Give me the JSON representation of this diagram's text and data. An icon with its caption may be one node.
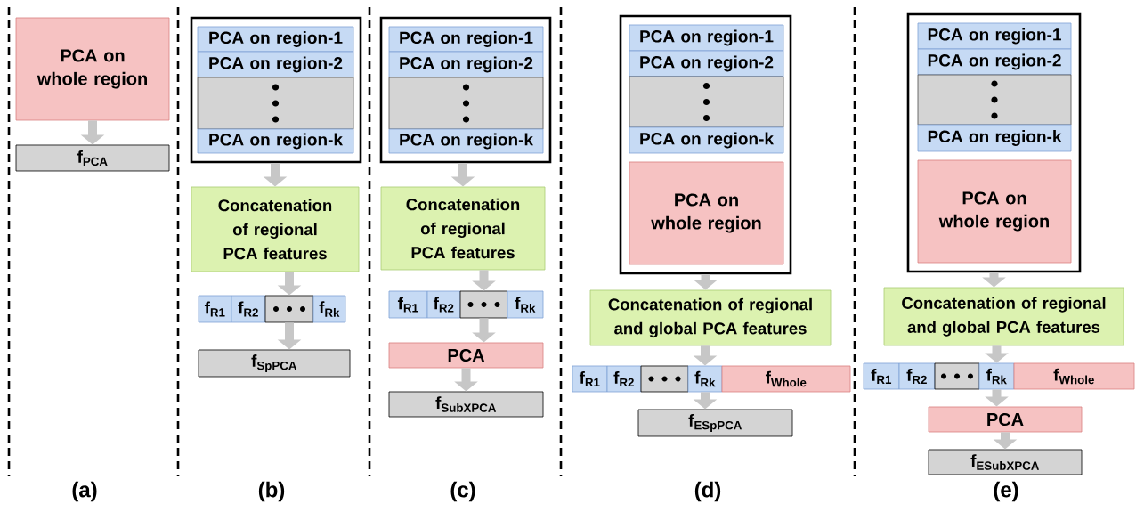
{
  "diagram": {
    "nodes": [
      {
        "text": [
          "PCA on whole region"
        ]
      },
      {
        "text": [
          "f$_{PCA}$"
        ]
      },
      {
        "text": [],
        "shape": "box"
      },
      {
        "text": [
          "PCA on region-1"
        ],
        "in": 2
      },
      {
        "text": [
          "PCA on region-2"
        ],
        "in": 2
      },
      {
        "text": [],
        "shape": "box",
        "in": 2
      },
      {
        "text": [
          "PCA on region-k"
        ],
        "in": 2
      },
      {
        "text": [
          "Concatenation of regional PCA features"
        ]
      },
      {
        "text": [
          "f$_{R1}$"
        ]
      },
      {
        "text": [
          "f$_{R2}$"
        ]
      },
      {
        "text": [],
        "shape": "box"
      },
      {
        "text": [
          "f$_{Rk}$"
        ]
      },
      {
        "text": [
          "f$_{SpPCA}$"
        ]
      },
      {
        "text": [],
        "shape": "box"
      },
      {
        "text": [
          "PCA on region-1"
        ],
        "in": 13
      },
      {
        "text": [
          "PCA on region-2"
        ],
        "in": 13
      },
      {
        "text": [],
        "shape": "box",
        "in": 13
      },
      {
        "text": [
          "PCA on region-k"
        ],
        "in": 13
      },
      {
        "text": [
          "Concatenation of regional PCA features"
        ]
      },
      {
        "text": [
          "f$_{R1}$"
        ]
      },
      {
        "text": [
          "f$_{R2}$"
        ]
      },
      {
        "text": [],
        "shape": "box"
      },
      {
        "text": [
          "f$_{Rk}$"
        ]
      },
      {
        "text": [
          "PCA"
        ]
      },
      {
        "text": [
          "f$_{SubXPCA}$"
        ]
      },
      {
        "text": [],
        "shape": "box"
      },
      {
        "text": [
          "PCA on region-1"
        ],
        "in": 25
      },
      {
        "text": [
          "PCA on region-2"
        ],
        "in": 25
      },
      {
        "text": [],
        "shape": "box",
        "in": 25
      },
      {
        "text": [
          "PCA on region-k"
        ],
        "in": 25
      },
      {
        "text": [
          "PCA on whole region"
        ],
        "in": 25
      },
      {
        "text": [
          "Concatenation of regional and global PCA features"
        ]
      },
      {
        "text": [
          "f$_{R1}$"
        ]
      },
      {
        "text": [
          "f$_{R2}$"
        ]
      },
      {
        "text": [],
        "shape": "box"
      },
      {
        "text": [
          "f$_{Rk}$"
        ]
      },
      {
        "text": [
          "f$_{Whole}$"
        ]
      },
      {
        "text": [
          "f$_{ESpPCA}$"
        ]
      },
      {
        "text": [],
        "shape": "box"
      },
      {
        "text": [
          "PCA on region-1"
        ],
        "in": 38
      },
      {
        "text": [
          "PCA on region-2"
        ],
        "in": 38
      },
      {
        "text": [],
        "shape": "box",
        "in": 38
      },
      {
        "text": [
          "PCA on region-k"
        ],
        "in": 38
      },
      {
        "text": [
          "PCA on whole region"
        ],
        "in": 38
      },
      {
        "text": [
          "Concatenation of regional and global PCA features"
        ]
      },
      {
        "text": [
          "f$_{R1}$"
        ]
      },
      {
        "text": [
          "f$_{R2}$"
        ]
      },
      {
        "text": [],
        "shape": "box"
      },
      {
        "text": [
          "f$_{Rk}$"
        ]
      },
      {
        "text": [
          "f$_{Whole}$"
        ]
      },
      {
        "text": [
          "PCA"
        ]
      },
      {
        "text": [
          "f$_{ESubXPCA}$"
        ]
      }
    ],
    "edges": [
      {
        "from": 0,
        "to": 1,
        "arrow": "to"
      },
      {
        "from": 2,
        "to": 7,
        "arrow": "to"
      },
      {
        "from": 7,
        "to": 10,
        "arrow": "to"
      },
      {
        "from": 10,
        "to": 12,
        "arrow": "to"
      },
      {
        "from": 13,
        "to": 18,
        "arrow": "to"
      },
      {
        "from": 18,
        "to": 21,
        "arrow": "to"
      },
      {
        "from": 21,
        "to": 23,
        "arrow": "to"
      },
      {
        "from": 23,
        "to": 24,
        "arrow": "to"
      },
      {
        "from": 25,
        "to": 31,
        "arrow": "to"
      },
      {
        "from": 31,
        "to": 35,
        "arrow": "to"
      },
      {
        "from": 35,
        "to": 37,
        "arrow": "to"
      },
      {
        "from": 38,
        "to": 44,
        "arrow": "to"
      },
      {
        "from": 44,
        "to": 48,
        "arrow": "to"
      },
      {
        "from": 48,
        "to": 50,
        "arrow": "to"
      },
      {
        "from": 50,
        "to": 51,
        "arrow": "to"
      }
    ],
    "labels": [
      "(a)",
      "(b)",
      "(c)",
      "(d)",
      "(e)"
    ]
  }
}
